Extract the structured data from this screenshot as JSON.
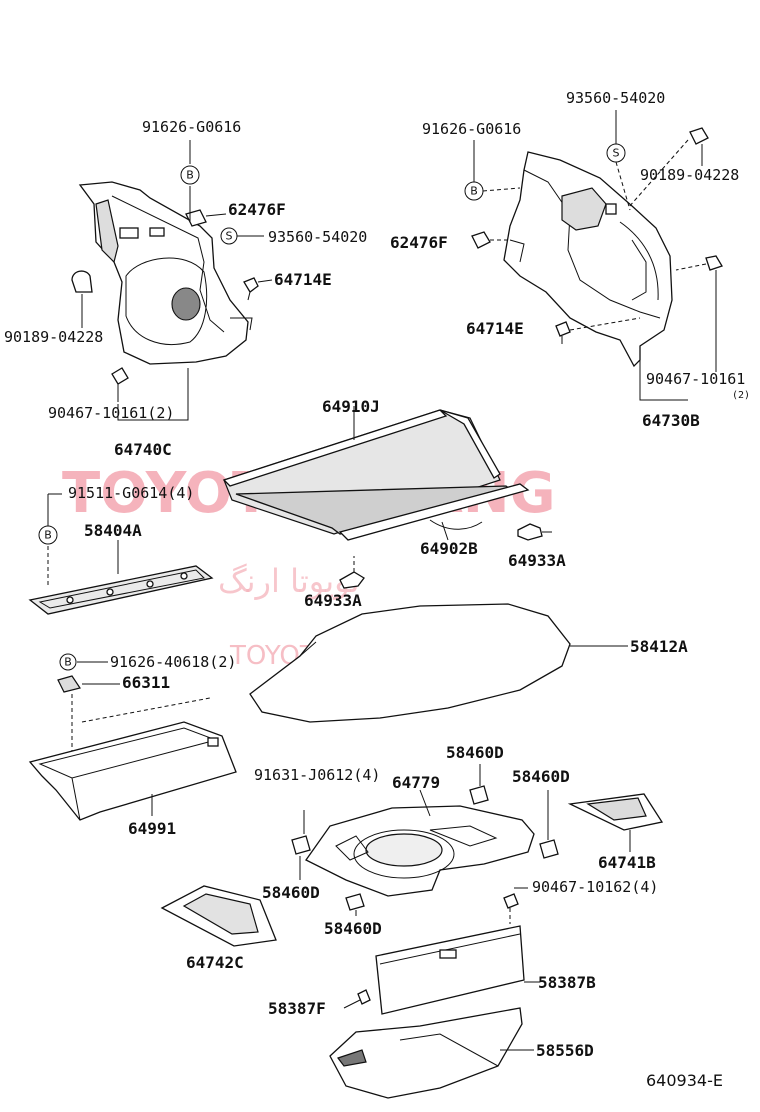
{
  "watermark": {
    "brand": "TOYOTA ORANG",
    "persian": "تویوتا ارنگ",
    "site": "TOYOTAPART.IR"
  },
  "labels": {
    "l_91626_g0616_left": "91626-G0616",
    "l_62476f_left": "62476F",
    "l_93560_54020_left": "93560-54020",
    "l_64714e_left": "64714E",
    "l_90189_04228_left": "90189-04228",
    "l_90467_10161_left": "90467-10161(2)",
    "l_64740c": "64740C",
    "l_93560_54020_right": "93560-54020",
    "l_91626_g0616_right": "91626-G0616",
    "l_90189_04228_right": "90189-04228",
    "l_62476f_right": "62476F",
    "l_64714e_right": "64714E",
    "l_90467_10161_right": "90467-10161",
    "l_qty_2_right": "(2)",
    "l_64730b": "64730B",
    "l_64910j": "64910J",
    "l_91511_g0614": "91511-G0614(4)",
    "l_58404a": "58404A",
    "l_64902b": "64902B",
    "l_64933a_right": "64933A",
    "l_64933a_center": "64933A",
    "l_58412a": "58412A",
    "l_91626_40618": "91626-40618(2)",
    "l_66311": "66311",
    "l_64991": "64991",
    "l_58460d_top": "58460D",
    "l_91631_j0612": "91631-J0612(4)",
    "l_64779": "64779",
    "l_58460d_right": "58460D",
    "l_64741b": "64741B",
    "l_58460d_left": "58460D",
    "l_90467_10162": "90467-10162(4)",
    "l_58460d_bottom": "58460D",
    "l_64742c": "64742C",
    "l_58387b": "58387B",
    "l_58387f": "58387F",
    "l_58556d": "58556D"
  },
  "symbols": {
    "bolt": "B",
    "screw": "S"
  },
  "diagram_code": "640934-E"
}
